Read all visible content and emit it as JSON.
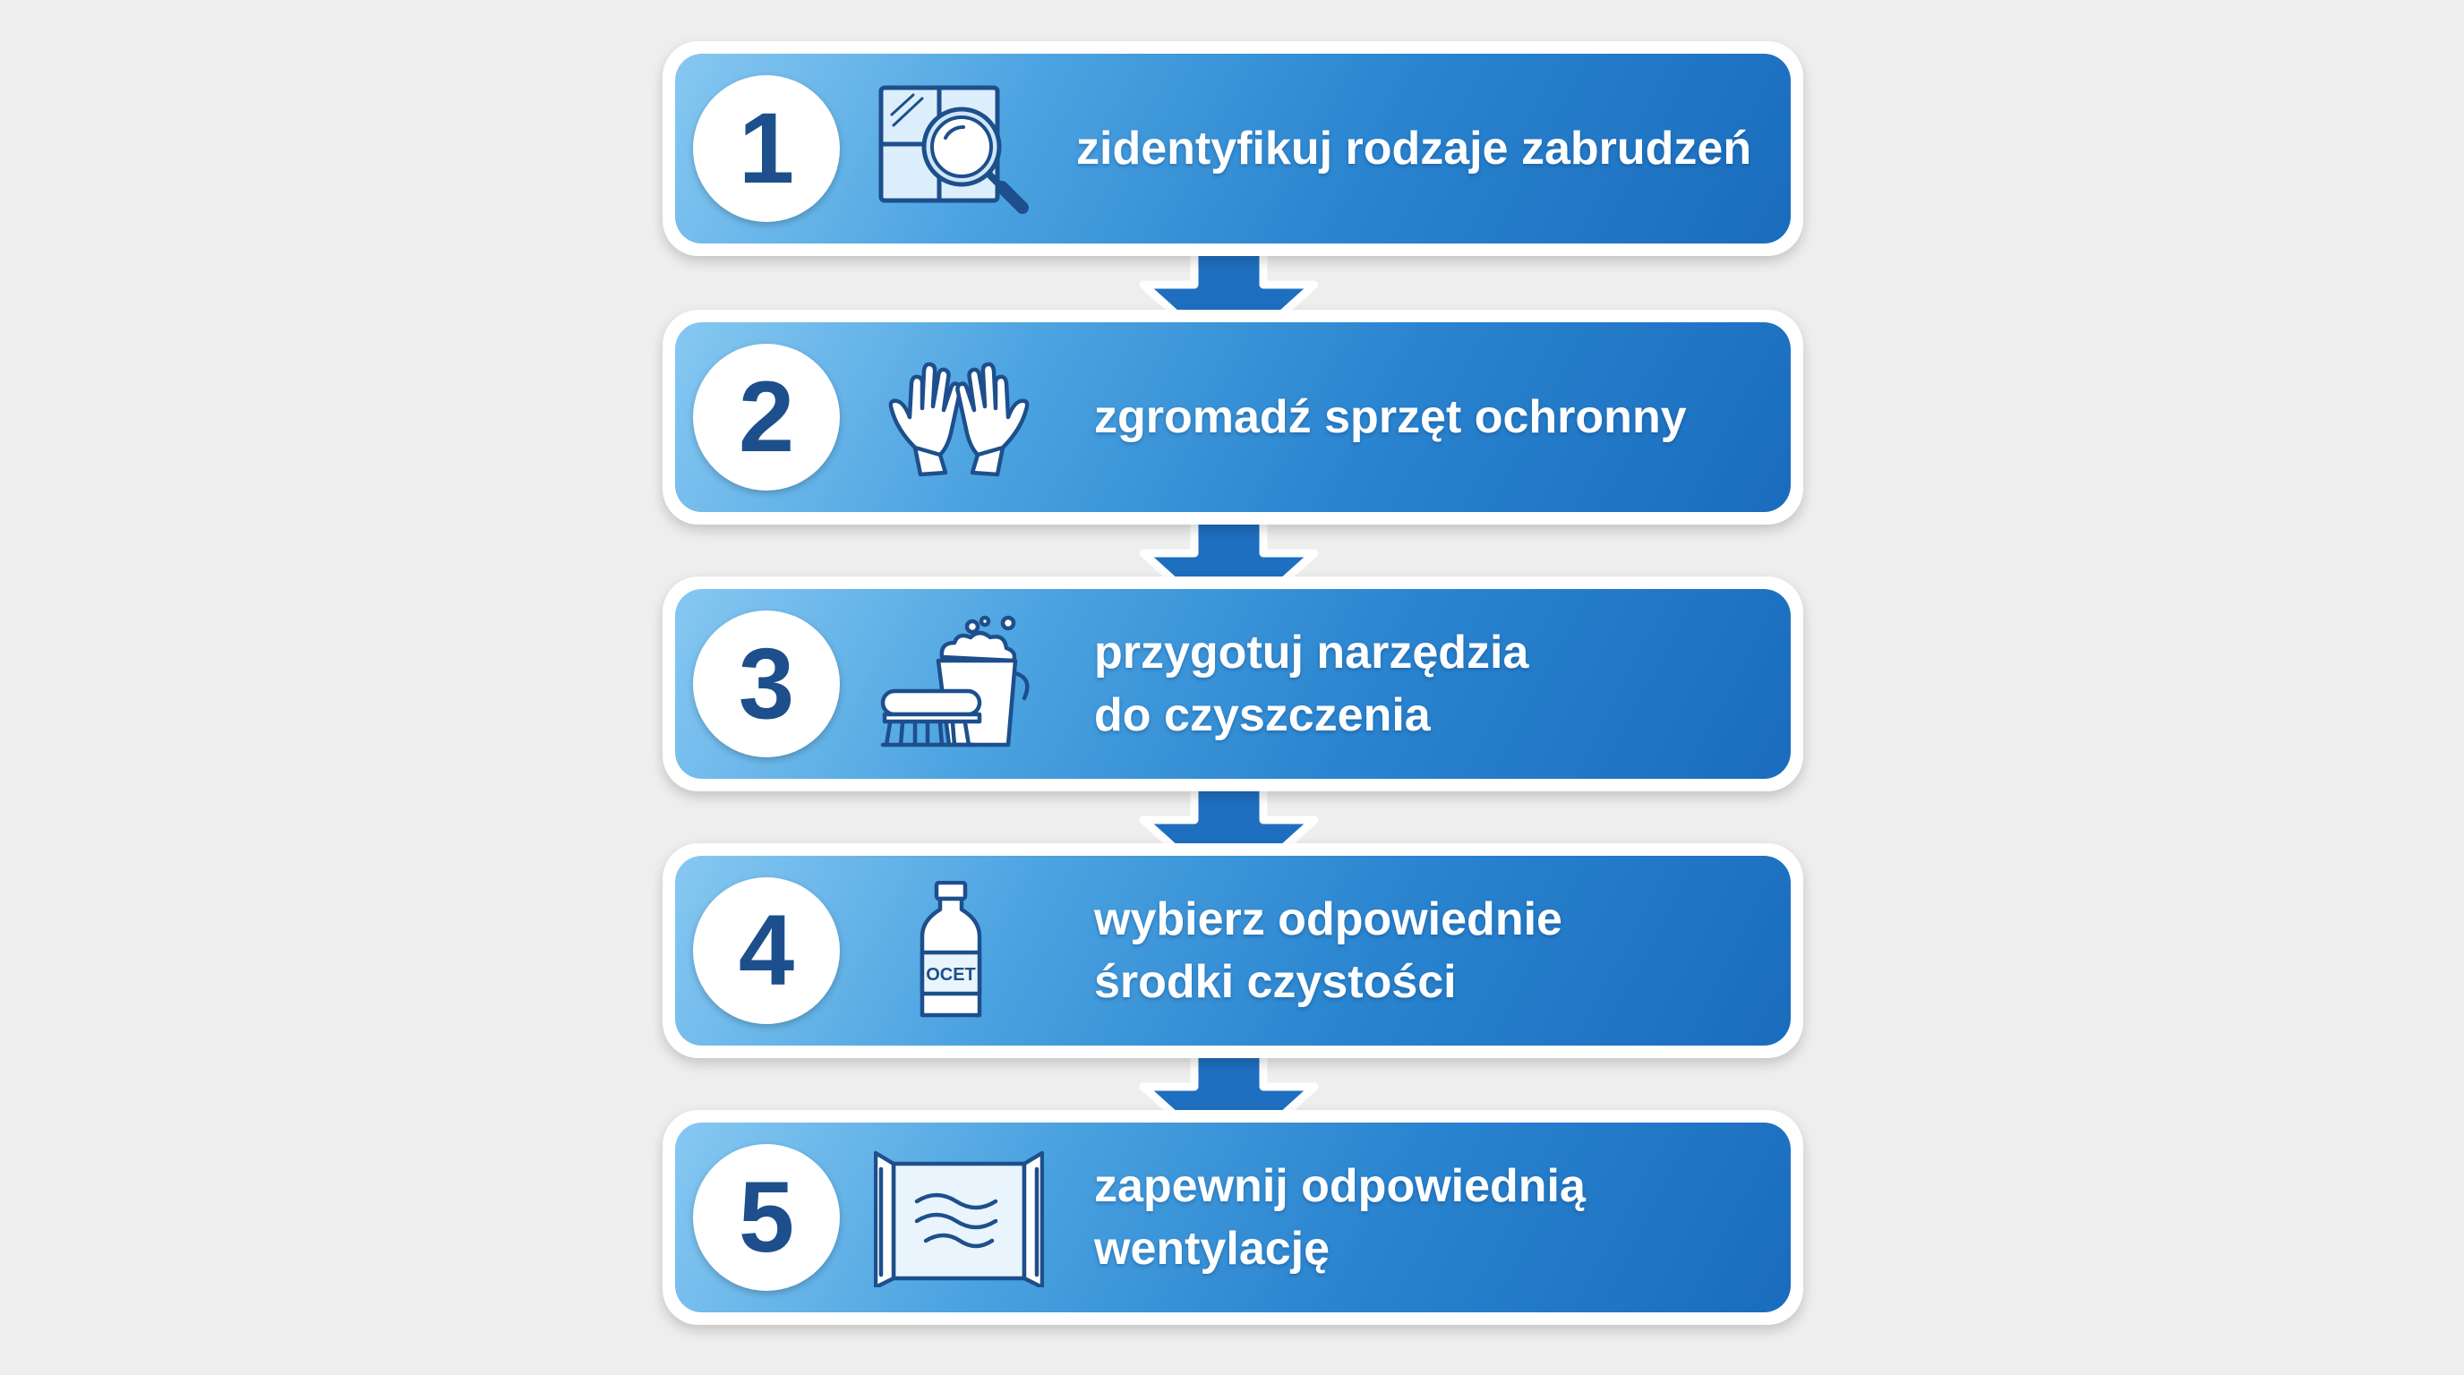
{
  "steps": [
    {
      "number": "1",
      "icon": "tile-magnifier-icon",
      "lines": [
        "zidentyfikuj rodzaje zabrudzeń"
      ]
    },
    {
      "number": "2",
      "icon": "gloves-icon",
      "lines": [
        "zgromadź sprzęt ochronny"
      ]
    },
    {
      "number": "3",
      "icon": "brush-bucket-icon",
      "lines": [
        "przygotuj narzędzia",
        "do czyszczenia"
      ]
    },
    {
      "number": "4",
      "icon": "bottle-icon",
      "lines": [
        "wybierz odpowiednie",
        "środki czystości"
      ],
      "bottle_label": "OCET"
    },
    {
      "number": "5",
      "icon": "open-window-icon",
      "lines": [
        "zapewnij odpowiednią",
        "wentylację"
      ]
    }
  ],
  "colors": {
    "background": "#eeeeee",
    "box_light": "#86c8f2",
    "box_dark": "#1a6cbd",
    "number": "#1d4f8c",
    "arrow": "#1f6fc0",
    "icon_stroke": "#1d4f8c"
  }
}
